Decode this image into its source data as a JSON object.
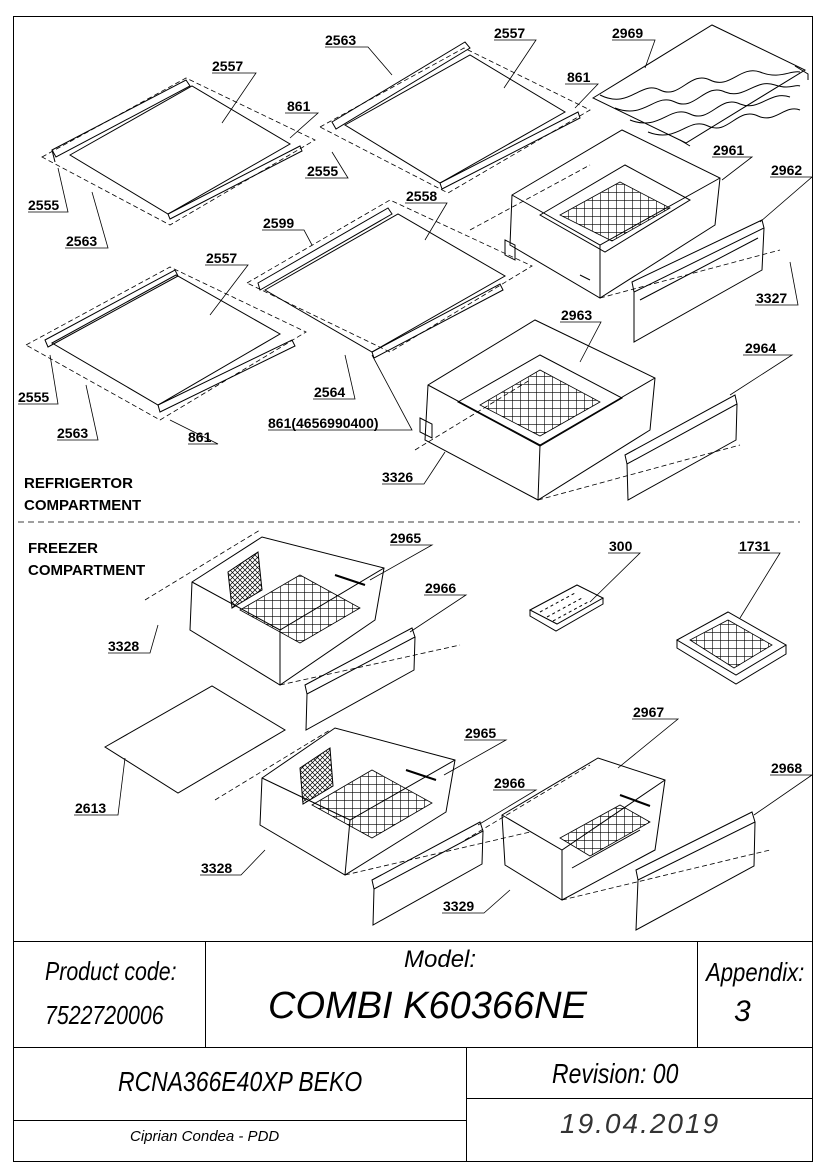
{
  "sections": {
    "refrigerator": [
      "REFRIGERTOR",
      "COMPARTMENT"
    ],
    "freezer": [
      "FREEZER",
      "COMPARTMENT"
    ]
  },
  "part_numbers": {
    "p2563_a": "2563",
    "p2557_a": "2557",
    "p861_a": "861",
    "p2555_a": "2555",
    "p2969": "2969",
    "p2557_b": "2557",
    "p861_b": "861",
    "p2555_b": "2555",
    "p2563_b": "2563",
    "p2961": "2961",
    "p2962": "2962",
    "p2599": "2599",
    "p2558": "2558",
    "p3327": "3327",
    "p2557_c": "2557",
    "p2963": "2963",
    "p2964": "2964",
    "p2564": "2564",
    "p2555_c": "2555",
    "p2563_c": "2563",
    "p861_c": "861",
    "p861_special": "861(4656990400)",
    "p3326": "3326",
    "p2965_a": "2965",
    "p300": "300",
    "p1731": "1731",
    "p2966_a": "2966",
    "p3328_a": "3328",
    "p2967": "2967",
    "p2965_b": "2965",
    "p2968": "2968",
    "p2966_b": "2966",
    "p2613": "2613",
    "p3328_b": "3328",
    "p3329": "3329"
  },
  "title_block": {
    "product_code_label": "Product code:",
    "product_code": "7522720006",
    "model_label": "Model:",
    "model": "COMBI K60366NE",
    "appendix_label": "Appendix:",
    "appendix": "3",
    "product_name": "RCNA366E40XP BEKO",
    "revision": "Revision: 00",
    "author": "Ciprian Condea - PDD",
    "date": "19.04.2019"
  }
}
